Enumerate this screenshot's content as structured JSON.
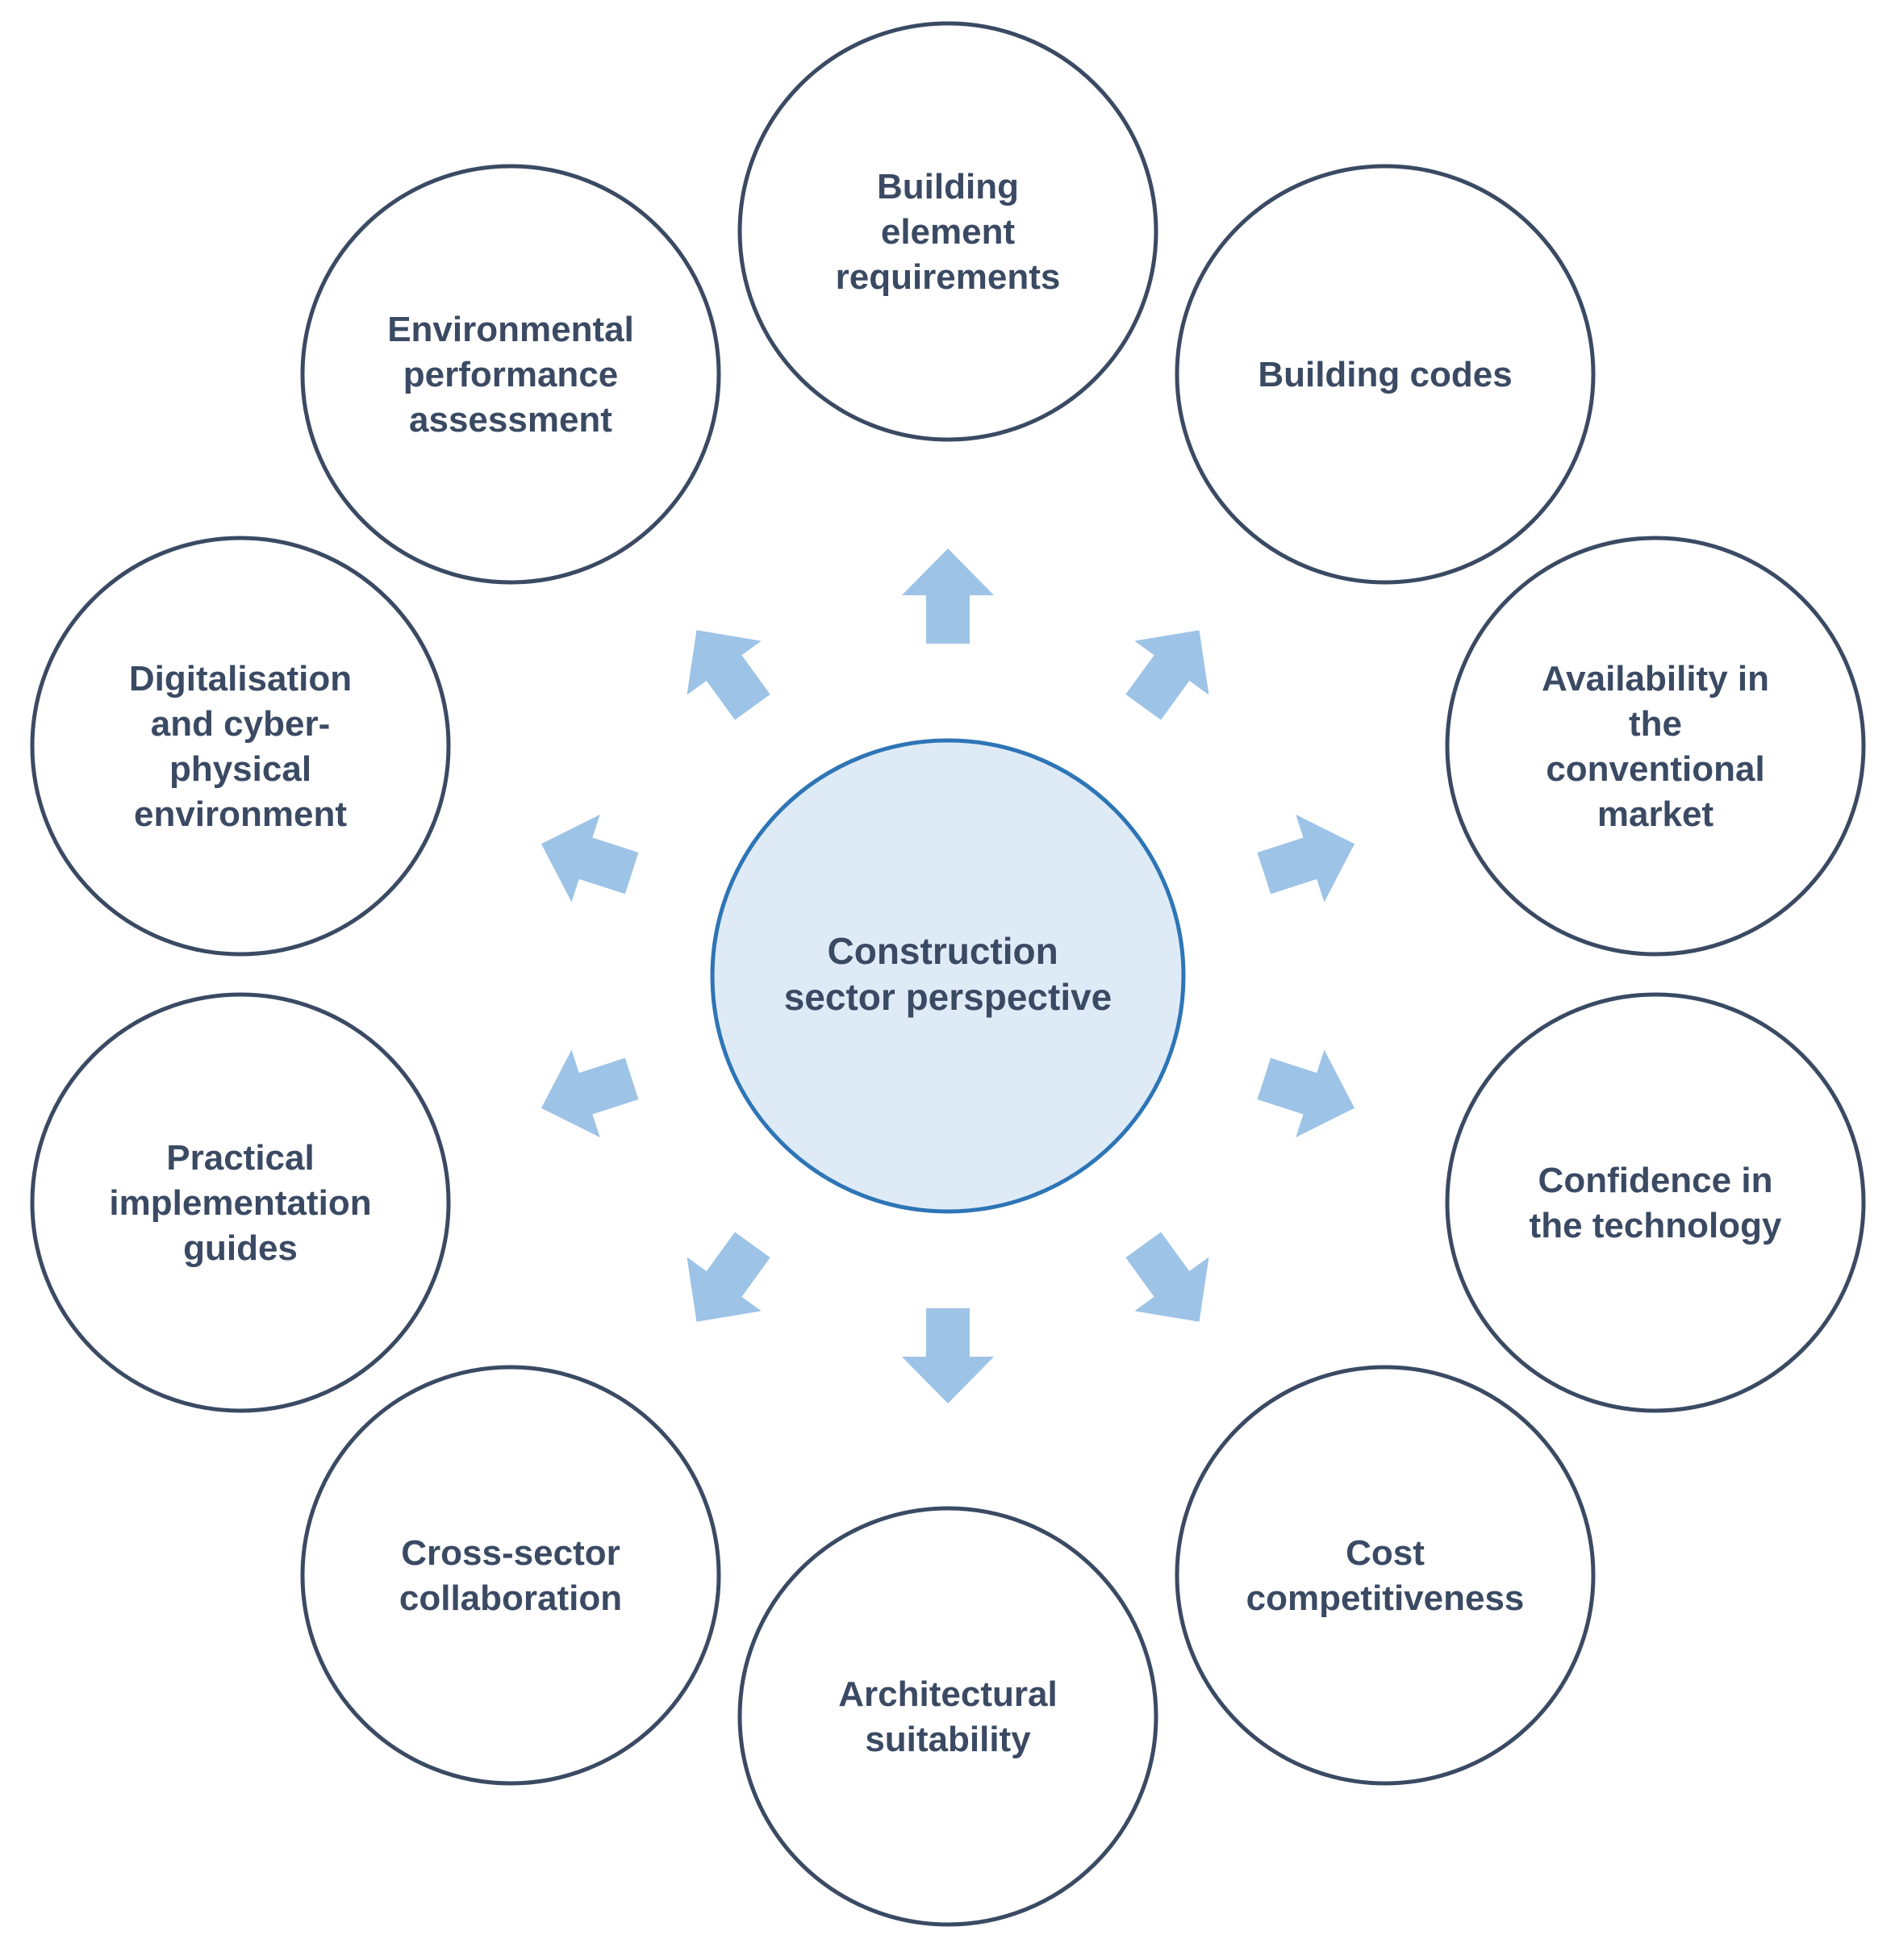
{
  "center": {
    "lines": [
      "Construction",
      "sector perspective"
    ],
    "fill": "#deebf7",
    "stroke": "#2e75b6"
  },
  "factors": [
    {
      "id": "building-element-requirements",
      "lines": [
        "Building",
        "element",
        "requirements"
      ]
    },
    {
      "id": "building-codes",
      "lines": [
        "Building codes"
      ]
    },
    {
      "id": "availability-in-the-conventional-market",
      "lines": [
        "Availability in",
        "the",
        "conventional",
        "market"
      ]
    },
    {
      "id": "confidence-in-the-technology",
      "lines": [
        "Confidence in",
        "the technology"
      ]
    },
    {
      "id": "cost-competitiveness",
      "lines": [
        "Cost",
        "competitiveness"
      ]
    },
    {
      "id": "architectural-suitability",
      "lines": [
        "Architectural",
        "suitability"
      ]
    },
    {
      "id": "cross-sector-collaboration",
      "lines": [
        "Cross-sector",
        "collaboration"
      ]
    },
    {
      "id": "practical-implementation-guides",
      "lines": [
        "Practical",
        "implementation",
        "guides"
      ]
    },
    {
      "id": "digitalisation-and-cyber-physical-environment",
      "lines": [
        "Digitalisation",
        "and cyber-",
        "physical",
        "environment"
      ]
    },
    {
      "id": "environmental-performance-assessment",
      "lines": [
        "Environmental",
        "performance",
        "assessment"
      ]
    }
  ],
  "colors": {
    "node_stroke": "#3b4a63",
    "node_fill": "#ffffff",
    "text": "#3b4a63",
    "arrow": "#9dc3e6"
  }
}
